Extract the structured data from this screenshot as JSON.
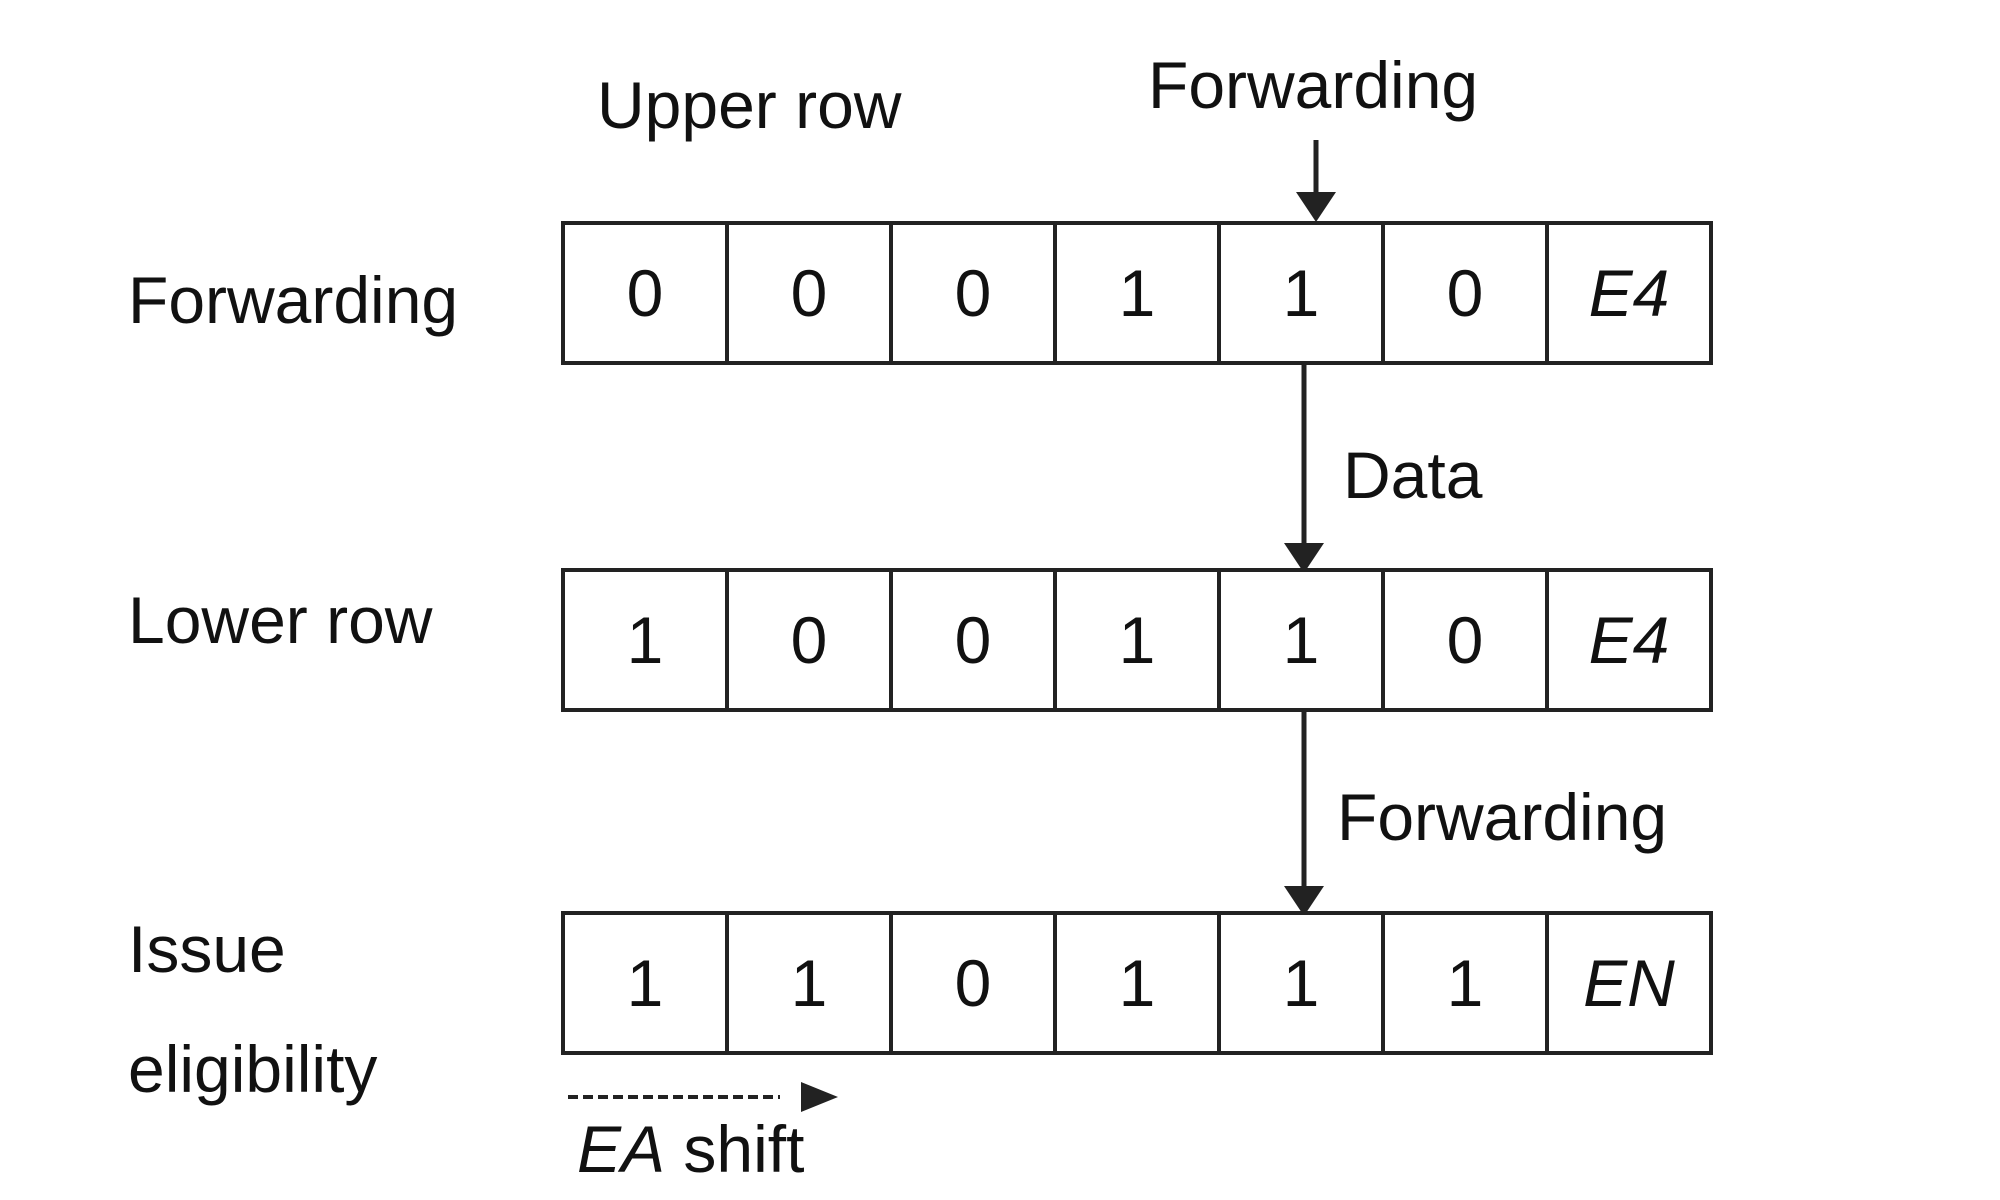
{
  "labels": {
    "upper_row": "Upper row",
    "forwarding_top": "Forwarding",
    "row1_label": "Forwarding",
    "row2_label": "Lower row",
    "row3_label_line1": "Issue",
    "row3_label_line2": "eligibility",
    "data": "Data",
    "forwarding_bottom": "Forwarding",
    "shift_italic": "EA",
    "shift_rest": " shift"
  },
  "rows": [
    {
      "cells": [
        "0",
        "0",
        "0",
        "1",
        "1",
        "0"
      ],
      "tag": "E4"
    },
    {
      "cells": [
        "1",
        "0",
        "0",
        "1",
        "1",
        "0"
      ],
      "tag": "E4"
    },
    {
      "cells": [
        "1",
        "1",
        "0",
        "1",
        "1",
        "1"
      ],
      "tag": "EN"
    }
  ]
}
